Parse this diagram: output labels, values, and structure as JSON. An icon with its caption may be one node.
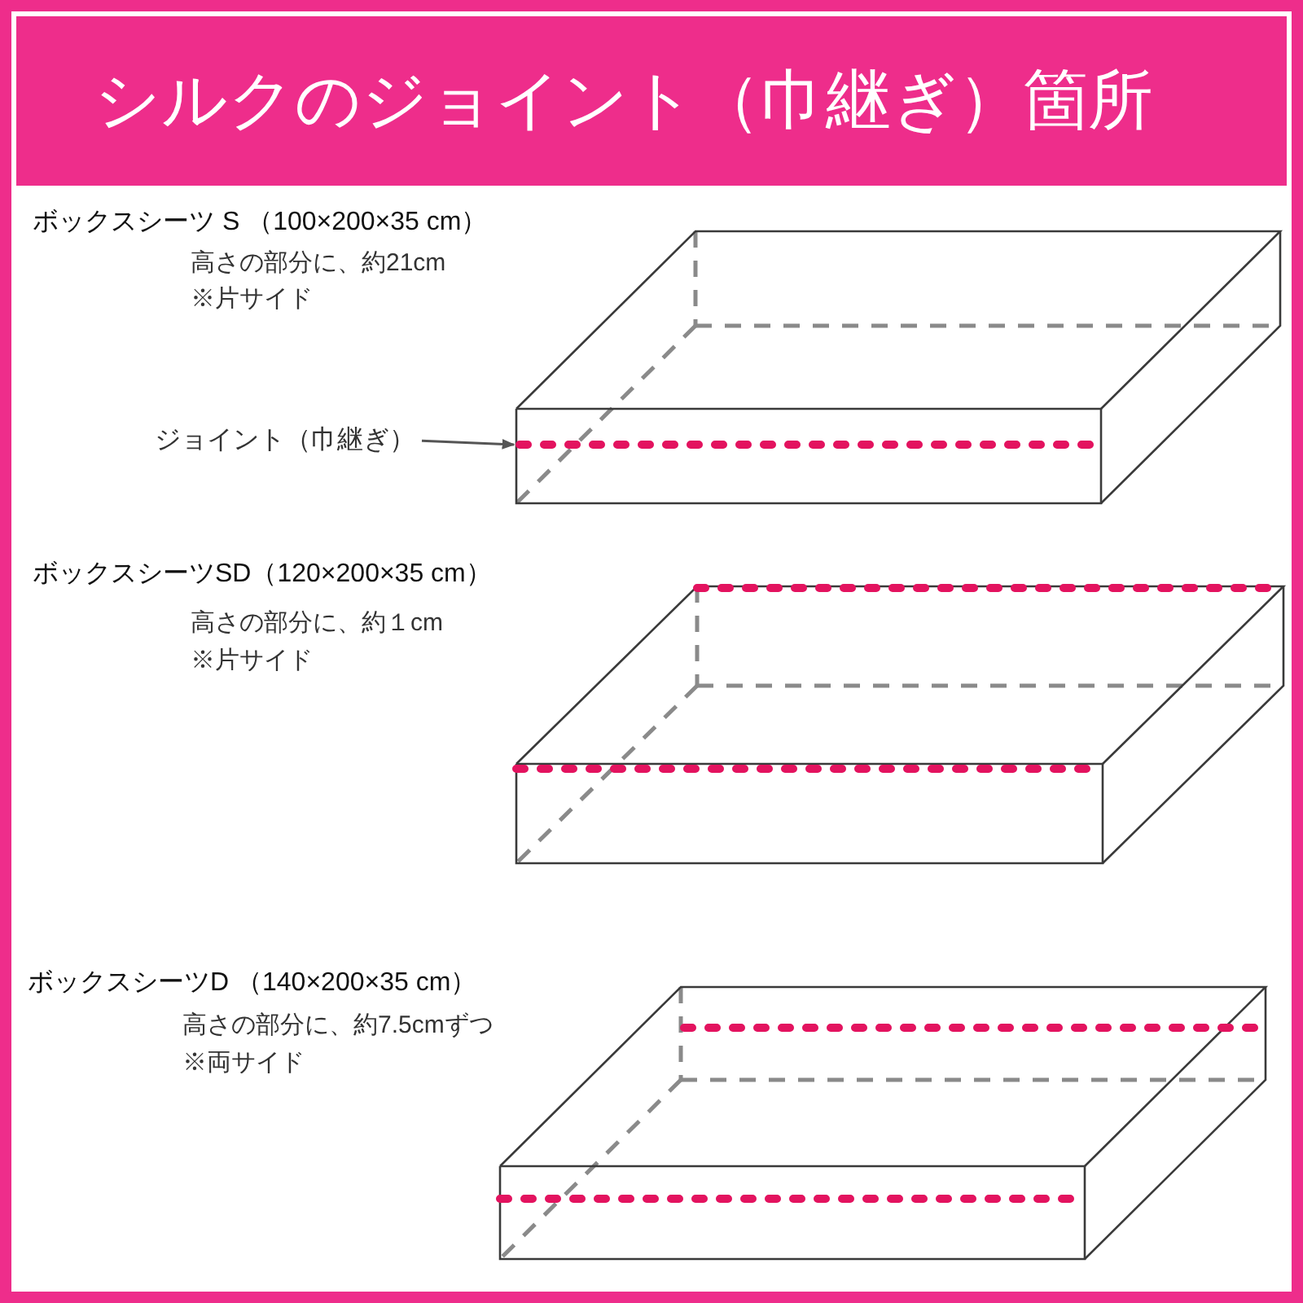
{
  "diagram": {
    "title": "シルクのジョイント（巾継ぎ）箇所",
    "nodes": [
      {
        "text": [
          "ジョイント（巾継ぎ）"
        ]
      },
      {
        "text": [],
        "shape": "line"
      }
    ],
    "edges": [
      {
        "from": 0,
        "to": 1,
        "arrow": "to"
      }
    ],
    "labels": [
      "ボックスシーツ S （100×200×35 cm）",
      "高さの部分に、約21cm",
      "※片サイド",
      "ボックスシーツSD（120×200×35 cm）",
      "高さの部分に、約１cm",
      "※片サイド",
      "ボックスシーツD （140×200×35 cm）",
      "高さの部分に、約7.5cmずつ",
      "※両サイド"
    ]
  }
}
